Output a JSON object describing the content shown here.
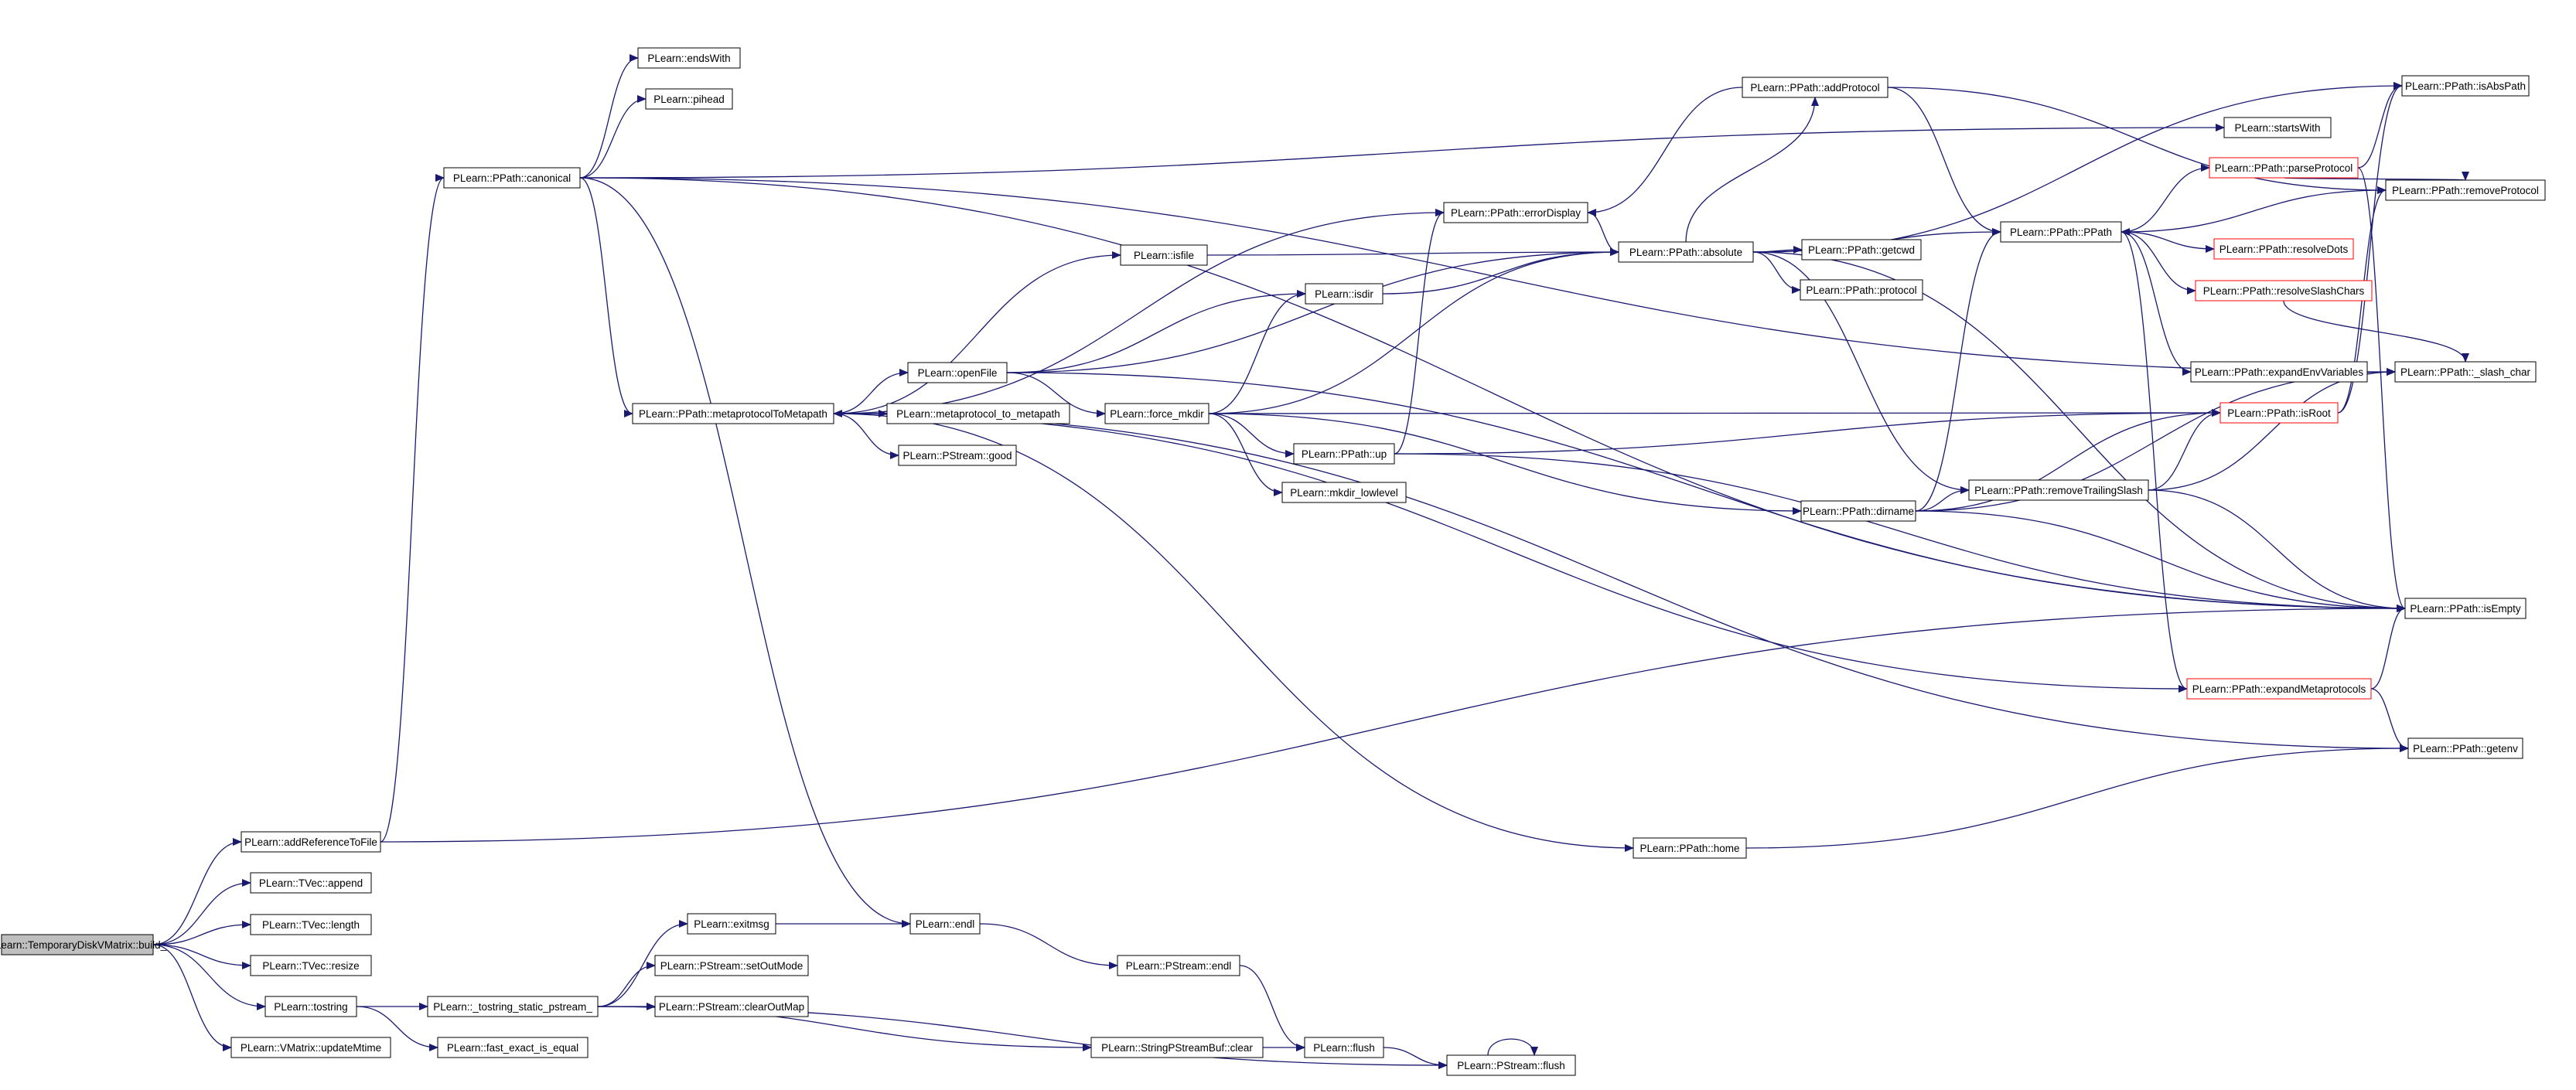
{
  "diagram": {
    "style": {
      "edge_color": "#191970",
      "node_border": "#000000",
      "truncated_border": "#ff0000",
      "root_fill": "#bfbfbf",
      "background": "#ffffff"
    },
    "nodes": [
      {
        "id": "root",
        "label": "PLearn::TemporaryDiskVMatrix::build_",
        "kind": "root"
      },
      {
        "id": "addRef",
        "label": "PLearn::addReferenceToFile",
        "kind": "normal"
      },
      {
        "id": "tvecAppend",
        "label": "PLearn::TVec::append",
        "kind": "normal"
      },
      {
        "id": "tvecLength",
        "label": "PLearn::TVec::length",
        "kind": "normal"
      },
      {
        "id": "tvecResize",
        "label": "PLearn::TVec::resize",
        "kind": "normal"
      },
      {
        "id": "tostring",
        "label": "PLearn::tostring",
        "kind": "normal"
      },
      {
        "id": "updateMtime",
        "label": "PLearn::VMatrix::updateMtime",
        "kind": "normal"
      },
      {
        "id": "canonical",
        "label": "PLearn::PPath::canonical",
        "kind": "normal"
      },
      {
        "id": "endsWith",
        "label": "PLearn::endsWith",
        "kind": "normal"
      },
      {
        "id": "pihead",
        "label": "PLearn::pihead",
        "kind": "normal"
      },
      {
        "id": "metaToMeta",
        "label": "PLearn::PPath::metaprotocolToMetapath",
        "kind": "normal"
      },
      {
        "id": "tostrStatic",
        "label": "PLearn::_tostring_static_pstream_",
        "kind": "normal"
      },
      {
        "id": "fastExact",
        "label": "PLearn::fast_exact_is_equal",
        "kind": "normal"
      },
      {
        "id": "exitmsg",
        "label": "PLearn::exitmsg",
        "kind": "normal"
      },
      {
        "id": "setOutMode",
        "label": "PLearn::PStream::setOutMode",
        "kind": "normal"
      },
      {
        "id": "clearOutMap",
        "label": "PLearn::PStream::clearOutMap",
        "kind": "normal"
      },
      {
        "id": "endl",
        "label": "PLearn::endl",
        "kind": "normal"
      },
      {
        "id": "pstreamEndl",
        "label": "PLearn::PStream::endl",
        "kind": "normal"
      },
      {
        "id": "spsbClear",
        "label": "PLearn::StringPStreamBuf::clear",
        "kind": "normal"
      },
      {
        "id": "flush",
        "label": "PLearn::flush",
        "kind": "normal"
      },
      {
        "id": "pstreamFlush",
        "label": "PLearn::PStream::flush",
        "kind": "normal"
      },
      {
        "id": "isfile",
        "label": "PLearn::isfile",
        "kind": "normal"
      },
      {
        "id": "openFile",
        "label": "PLearn::openFile",
        "kind": "normal"
      },
      {
        "id": "metaToMetapath",
        "label": "PLearn::metaprotocol_to_metapath",
        "kind": "normal"
      },
      {
        "id": "pstreamGood",
        "label": "PLearn::PStream::good",
        "kind": "normal"
      },
      {
        "id": "isdir",
        "label": "PLearn::isdir",
        "kind": "normal"
      },
      {
        "id": "forceMkdir",
        "label": "PLearn::force_mkdir",
        "kind": "normal"
      },
      {
        "id": "ppathUp",
        "label": "PLearn::PPath::up",
        "kind": "normal"
      },
      {
        "id": "mkdirLow",
        "label": "PLearn::mkdir_lowlevel",
        "kind": "normal"
      },
      {
        "id": "errorDisplay",
        "label": "PLearn::PPath::errorDisplay",
        "kind": "normal"
      },
      {
        "id": "absolute",
        "label": "PLearn::PPath::absolute",
        "kind": "normal"
      },
      {
        "id": "getcwd",
        "label": "PLearn::PPath::getcwd",
        "kind": "normal"
      },
      {
        "id": "protocol",
        "label": "PLearn::PPath::protocol",
        "kind": "normal"
      },
      {
        "id": "addProtocol",
        "label": "PLearn::PPath::addProtocol",
        "kind": "normal"
      },
      {
        "id": "startsWith",
        "label": "PLearn::startsWith",
        "kind": "normal"
      },
      {
        "id": "ppathCtor",
        "label": "PLearn::PPath::PPath",
        "kind": "normal"
      },
      {
        "id": "parseProtocol",
        "label": "PLearn::PPath::parseProtocol",
        "kind": "truncated"
      },
      {
        "id": "resolveDots",
        "label": "PLearn::PPath::resolveDots",
        "kind": "truncated"
      },
      {
        "id": "resolveSlash",
        "label": "PLearn::PPath::resolveSlashChars",
        "kind": "truncated"
      },
      {
        "id": "expandEnv",
        "label": "PLearn::PPath::expandEnvVariables",
        "kind": "normal"
      },
      {
        "id": "isRoot",
        "label": "PLearn::PPath::isRoot",
        "kind": "truncated"
      },
      {
        "id": "dirname",
        "label": "PLearn::PPath::dirname",
        "kind": "normal"
      },
      {
        "id": "removeTrailing",
        "label": "PLearn::PPath::removeTrailingSlash",
        "kind": "normal"
      },
      {
        "id": "expandMeta",
        "label": "PLearn::PPath::expandMetaprotocols",
        "kind": "truncated"
      },
      {
        "id": "home",
        "label": "PLearn::PPath::home",
        "kind": "normal"
      },
      {
        "id": "isAbsPath",
        "label": "PLearn::PPath::isAbsPath",
        "kind": "normal"
      },
      {
        "id": "removeProtocol",
        "label": "PLearn::PPath::removeProtocol",
        "kind": "normal"
      },
      {
        "id": "slashChar",
        "label": "PLearn::PPath::_slash_char",
        "kind": "normal"
      },
      {
        "id": "isEmpty",
        "label": "PLearn::PPath::isEmpty",
        "kind": "normal"
      },
      {
        "id": "getenv",
        "label": "PLearn::PPath::getenv",
        "kind": "normal"
      }
    ],
    "edges": [
      [
        "root",
        "addRef"
      ],
      [
        "root",
        "tvecAppend"
      ],
      [
        "root",
        "tvecLength"
      ],
      [
        "root",
        "tvecResize"
      ],
      [
        "root",
        "tostring"
      ],
      [
        "root",
        "updateMtime"
      ],
      [
        "addRef",
        "canonical"
      ],
      [
        "addRef",
        "isEmpty"
      ],
      [
        "tostring",
        "tostrStatic"
      ],
      [
        "tostring",
        "fastExact"
      ],
      [
        "tostrStatic",
        "exitmsg"
      ],
      [
        "tostrStatic",
        "setOutMode"
      ],
      [
        "tostrStatic",
        "clearOutMap"
      ],
      [
        "tostrStatic",
        "spsbClear"
      ],
      [
        "tostrStatic",
        "pstreamFlush"
      ],
      [
        "exitmsg",
        "endl"
      ],
      [
        "endl",
        "pstreamEndl"
      ],
      [
        "pstreamEndl",
        "flush"
      ],
      [
        "spsbClear",
        "flush"
      ],
      [
        "flush",
        "pstreamFlush"
      ],
      [
        "pstreamFlush",
        "pstreamFlush"
      ],
      [
        "canonical",
        "endsWith"
      ],
      [
        "canonical",
        "pihead"
      ],
      [
        "canonical",
        "metaToMeta"
      ],
      [
        "canonical",
        "endl"
      ],
      [
        "canonical",
        "isEmpty"
      ],
      [
        "canonical",
        "startsWith"
      ],
      [
        "canonical",
        "slashChar"
      ],
      [
        "metaToMeta",
        "isfile"
      ],
      [
        "metaToMeta",
        "openFile"
      ],
      [
        "metaToMeta",
        "metaToMetapath"
      ],
      [
        "metaToMeta",
        "pstreamGood"
      ],
      [
        "metaToMeta",
        "errorDisplay"
      ],
      [
        "metaToMeta",
        "getenv"
      ],
      [
        "metaToMeta",
        "home"
      ],
      [
        "isfile",
        "absolute"
      ],
      [
        "openFile",
        "isdir"
      ],
      [
        "openFile",
        "forceMkdir"
      ],
      [
        "openFile",
        "absolute"
      ],
      [
        "openFile",
        "isEmpty"
      ],
      [
        "isdir",
        "absolute"
      ],
      [
        "forceMkdir",
        "isdir"
      ],
      [
        "forceMkdir",
        "ppathUp"
      ],
      [
        "forceMkdir",
        "mkdirLow"
      ],
      [
        "forceMkdir",
        "absolute"
      ],
      [
        "forceMkdir",
        "isRoot"
      ],
      [
        "forceMkdir",
        "dirname"
      ],
      [
        "ppathUp",
        "errorDisplay"
      ],
      [
        "ppathUp",
        "isRoot"
      ],
      [
        "ppathUp",
        "isEmpty"
      ],
      [
        "errorDisplay",
        "absolute"
      ],
      [
        "absolute",
        "getcwd"
      ],
      [
        "absolute",
        "protocol"
      ],
      [
        "absolute",
        "addProtocol"
      ],
      [
        "absolute",
        "ppathCtor"
      ],
      [
        "absolute",
        "isAbsPath"
      ],
      [
        "absolute",
        "removeTrailing"
      ],
      [
        "absolute",
        "isEmpty"
      ],
      [
        "addProtocol",
        "errorDisplay"
      ],
      [
        "addProtocol",
        "ppathCtor"
      ],
      [
        "addProtocol",
        "removeProtocol"
      ],
      [
        "ppathCtor",
        "parseProtocol"
      ],
      [
        "ppathCtor",
        "resolveDots"
      ],
      [
        "ppathCtor",
        "resolveSlash"
      ],
      [
        "ppathCtor",
        "expandEnv"
      ],
      [
        "ppathCtor",
        "expandMeta"
      ],
      [
        "parseProtocol",
        "isAbsPath"
      ],
      [
        "parseProtocol",
        "removeProtocol"
      ],
      [
        "parseProtocol",
        "isEmpty"
      ],
      [
        "removeProtocol",
        "ppathCtor"
      ],
      [
        "resolveSlash",
        "slashChar"
      ],
      [
        "isRoot",
        "isAbsPath"
      ],
      [
        "isRoot",
        "removeProtocol"
      ],
      [
        "dirname",
        "ppathCtor"
      ],
      [
        "dirname",
        "isRoot"
      ],
      [
        "dirname",
        "removeTrailing"
      ],
      [
        "dirname",
        "slashChar"
      ],
      [
        "dirname",
        "isEmpty"
      ],
      [
        "removeTrailing",
        "isRoot"
      ],
      [
        "removeTrailing",
        "slashChar"
      ],
      [
        "removeTrailing",
        "isEmpty"
      ],
      [
        "expandMeta",
        "metaToMeta"
      ],
      [
        "expandMeta",
        "isEmpty"
      ],
      [
        "expandMeta",
        "getenv"
      ],
      [
        "home",
        "getenv"
      ]
    ]
  }
}
